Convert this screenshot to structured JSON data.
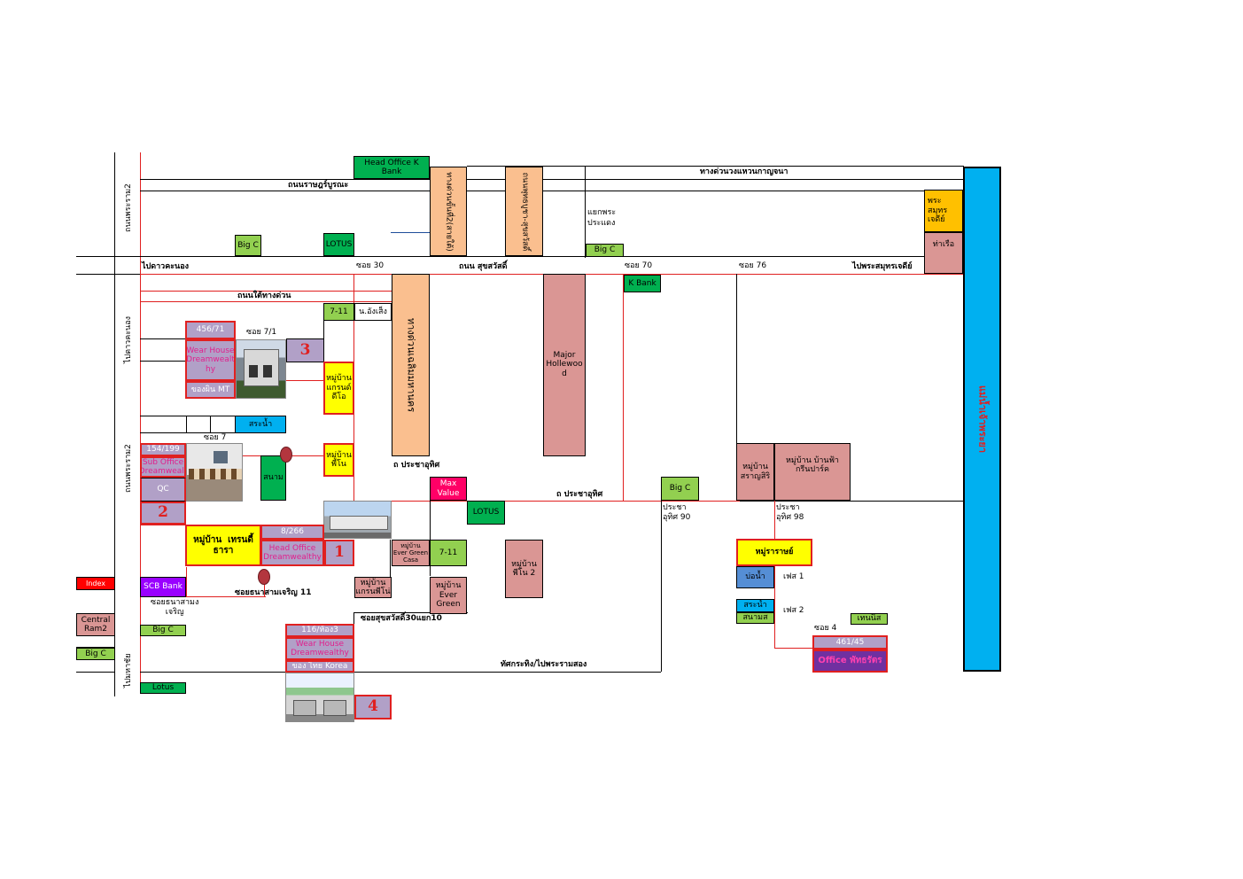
{
  "colors": {
    "green": "#92d050",
    "dgreen": "#00b050",
    "pink": "#da9694",
    "peach": "#fabf8f",
    "yellow": "#ffff00",
    "lav": "#b1a0c7",
    "cyan": "#00b0f0",
    "purple": "#9900ff",
    "red": "#ff0000",
    "orange": "#ffc000",
    "mag": "#ff0066",
    "blue": "#558ed5",
    "deep": "#7030a0"
  },
  "roads": {
    "rama2_top": "ถนนพระราม2",
    "rama2_mid": "ไปดาวคะนอง",
    "rama2_seg": "ถนนพระราม2",
    "rama2_bottom": "ไปมหาชัย",
    "ratburana": "ถนนราษฎร์บูรณะ",
    "ring": "ทางด่วนวงแหวนกาญจนา",
    "toward_dao": "ไปดาวคะนอง",
    "suksawat": "ถนน สุขสวัสดิ์",
    "toward_samut": "ไปพระสมุทรเจดีย์",
    "soi30": "ซอย 30",
    "soi70": "ซอย 70",
    "soi76": "ซอย 76",
    "under_exp": "ถนนใต้ทางด่วน",
    "soi7_1": "ซอย 7/1",
    "soi7": "ซอย 7",
    "pracha1": "ถ ประชาอุทิศ",
    "pracha2": "ถ ประชาอุทิศ",
    "pracha90": "ประชา\nอุทิศ 90",
    "pracha98": "ประชา\nอุทิศ 98",
    "phase1": "เฟส 1",
    "phase2": "เฟส 2",
    "soi4": "ซอย 4",
    "soi_sam11": "ซอยธนาสามเจริญ 11",
    "soi_sam": "ซอยธนาสามง\nเจริญ",
    "soi30_10": "ซอยสุขสวัสดิ์30แยก10",
    "thungkru": "ทัศกระทิง/ไปพระรามสอง",
    "river": "แม่น้ำเจ้าพระยา",
    "phrapradaeng": "แยกพระ\nประแดง"
  },
  "places": {
    "kbank_head": "Head Office K\nBank",
    "bigc1": "Big C",
    "lotus1": "LOTUS",
    "bigc2": "Big C",
    "pagoda": "พระ\nสมุทร\nเจดีย์",
    "pier": "ท่าเรือ",
    "kbank": "K Bank",
    "v711a": "7-11",
    "nasoengsaeng": "น.อังเส็ง",
    "a456": "456/71",
    "wh1": "Wear House\nDreamwealt\nhy",
    "wh1_sub": "ของผิน MT",
    "n3": "3",
    "vill_grand": "หมู่บ้าน\nแกรนด์\nดีโอ",
    "pool1": "สระน้ำ",
    "a154": "154/199",
    "sub_office": "Sub Office\nDreamwealt",
    "qc": "QC",
    "n2": "2",
    "stadium": "สนาม",
    "vill_thipo": "หมู่บ้าน\nพีโน",
    "max": "Max\nValue",
    "lotus2": "LOTUS",
    "bigc3": "Big C",
    "major": "Major\nHollewoo\nd",
    "vill_sarangsit": "หมู่บ้าน\nสราญสิริ",
    "vill_banfah": "หมู่บ้าน บ้านฟ้า\nกรีนปาร์ค",
    "vill_trend": "หมู่บ้าน  เทรนดี้\nธารา",
    "a8266": "8/266",
    "head_office": "Head Office\nDreamwealthy",
    "n1": "1",
    "evergreen_casa": "หมู่บ้าน\nEver Green\nCasa",
    "v711b": "7-11",
    "vill_pino2": "หมู่บ้าน\nพีโน 2",
    "vill_grandpino": "หมู่บ้าน\nแกรนพีโน่",
    "vill_evergreen": "หมู่บ้าน\nEver\nGreen",
    "vill_ram": "หมู่ราราษย์",
    "well": "บ่อน้ำ",
    "pool2": "สระน้ำ",
    "sanam": "สนามส",
    "tennis": "เทนนิส",
    "a461": "461/45",
    "office_ptt": "Office พัทธรัตร",
    "index": "Index",
    "scb": "SCB Bank",
    "central": "Central\nRam2",
    "bigc4": "Big C",
    "bigc5": "Big C",
    "lotus3": "Lotus",
    "a116": "116/ห้อง3",
    "wh2": "Wear House\nDreamwealthy",
    "wh2_sub": "ของ ไทย Korea",
    "n4": "4",
    "tower_a": "ทางด่วนขั้นที่2(สายใต้)",
    "tower_b": "ถนนพุทธบูชา-สุขสวัสดิ์",
    "expressway": "ทางด่วนเฉลิมมหานคร"
  }
}
